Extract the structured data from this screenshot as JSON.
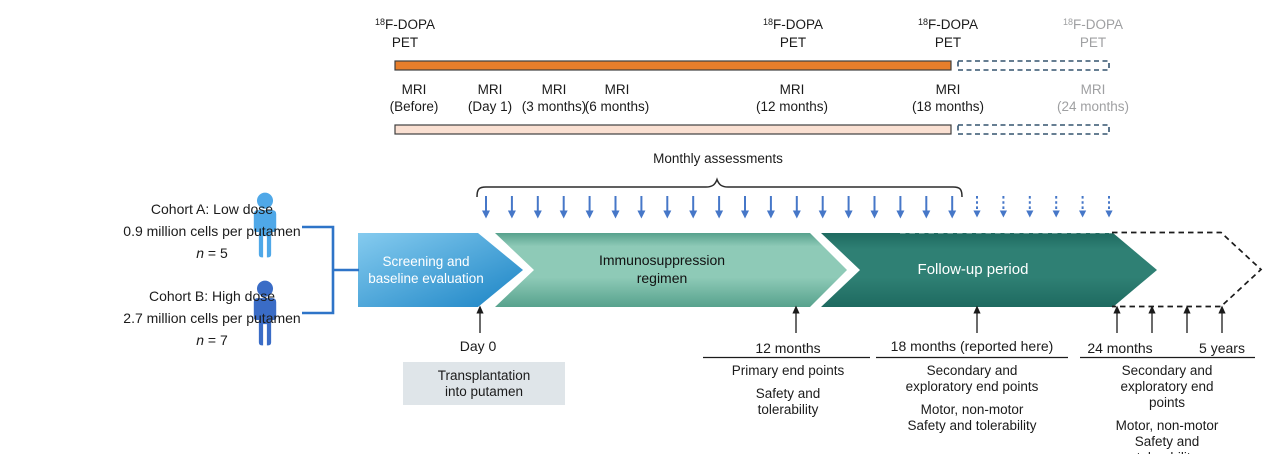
{
  "figure": {
    "pet_labels": [
      {
        "isotope": "18",
        "tracer": "F-DOPA",
        "line2": "PET",
        "muted": false
      },
      {
        "isotope": "18",
        "tracer": "F-DOPA",
        "line2": "PET",
        "muted": false
      },
      {
        "isotope": "18",
        "tracer": "F-DOPA",
        "line2": "PET",
        "muted": false
      },
      {
        "isotope": "18",
        "tracer": "F-DOPA",
        "line2": "PET",
        "muted": true
      }
    ],
    "mri_labels": [
      {
        "l1": "MRI",
        "l2": "(Before)",
        "muted": false
      },
      {
        "l1": "MRI",
        "l2": "(Day 1)",
        "muted": false
      },
      {
        "l1": "MRI",
        "l2": "(3 months)",
        "muted": false
      },
      {
        "l1": "MRI",
        "l2": "(6 months)",
        "muted": false
      },
      {
        "l1": "MRI",
        "l2": "(12 months)",
        "muted": false
      },
      {
        "l1": "MRI",
        "l2": "(18 months)",
        "muted": false
      },
      {
        "l1": "MRI",
        "l2": "(24 months)",
        "muted": true
      }
    ],
    "monthly": {
      "label": "Monthly assessments",
      "solid_arrows": 19,
      "dashed_arrows": 6
    },
    "cohorts": [
      {
        "title": "Cohort A: Low dose",
        "cells": "0.9 million cells per putamen",
        "n_italic": "n",
        "n_rest": " = 5"
      },
      {
        "title": "Cohort B: High dose",
        "cells": "2.7 million cells per putamen",
        "n_italic": "n",
        "n_rest": " = 7"
      }
    ],
    "phases": [
      {
        "label": "Screening and baseline evaluation"
      },
      {
        "label": "Immunosuppression regimen"
      },
      {
        "label": "Follow-up period"
      }
    ],
    "milestones": {
      "day0": {
        "label": "Day 0",
        "box_line1": "Transplantation",
        "box_line2": "into putamen"
      },
      "m12": {
        "label": "12 months",
        "line1": "Primary end points",
        "line2": "Safety and tolerability"
      },
      "m18": {
        "label": "18 months (reported here)",
        "line1": "Secondary and exploratory end points",
        "line2": "Motor, non-motor",
        "line3": "Safety and tolerability"
      },
      "m24": {
        "label_a": "24 months",
        "label_b": "5 years",
        "line1": "Secondary and exploratory end points",
        "line2": "Motor, non-motor",
        "line3": "Safety and tolerability"
      }
    },
    "colors": {
      "orange": "#E87E2B",
      "pink": "#FAE0D2",
      "bar_border": "#3f3f3f",
      "dash_slate": "#33536F",
      "blue_chev_light": "#85CBEF",
      "blue_chev_dark": "#1B84C5",
      "teal2_fill": "#8ECAB7",
      "teal2_edge": "#57A28D",
      "teal3_fill": "#2F8074",
      "teal3_edge": "#1E6A60",
      "arrow_blue": "#4677C8",
      "person_a": "#4FA8E8",
      "person_b": "#3A6CC6",
      "bracket_blue": "#2E74C8",
      "gray_box": "#DFE5E9",
      "muted_text": "#9FA0A2",
      "ink": "#1b1b1b"
    }
  }
}
